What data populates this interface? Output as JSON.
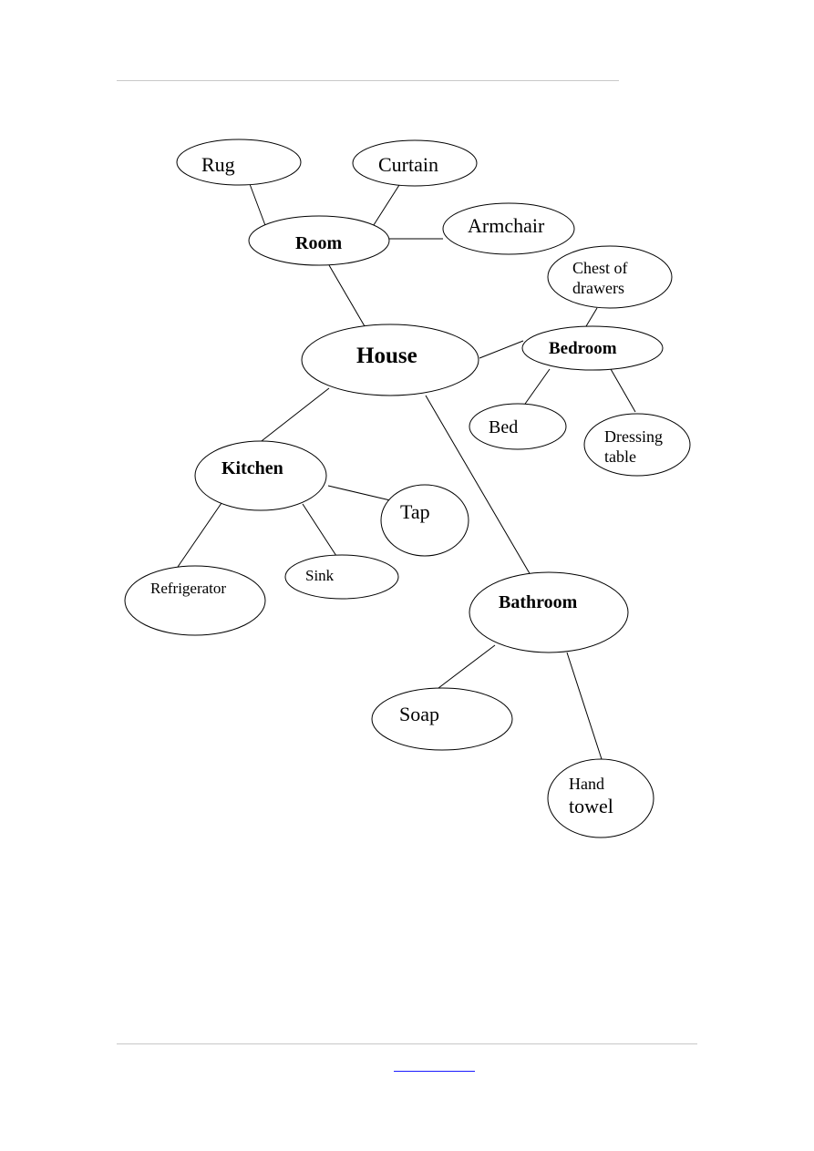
{
  "colors": {
    "root": "#0b1fb3",
    "category": "#1e7a1e",
    "leaf": "#000000",
    "footer_link": "#1a1aff"
  },
  "nodes": {
    "house": "House",
    "room": "Room",
    "rug": "Rug",
    "curtain": "Curtain",
    "armchair": "Armchair",
    "bedroom": "Bedroom",
    "chest_line1": "Chest of",
    "chest_line2": "drawers",
    "bed": "Bed",
    "dressing_line1": "Dressing",
    "dressing_line2": "table",
    "kitchen": "Kitchen",
    "tap": "Tap",
    "sink": "Sink",
    "refrigerator": "Refrigerator",
    "bathroom": "Bathroom",
    "soap": "Soap",
    "hand_line1": "Hand",
    "hand_line2": "towel"
  }
}
